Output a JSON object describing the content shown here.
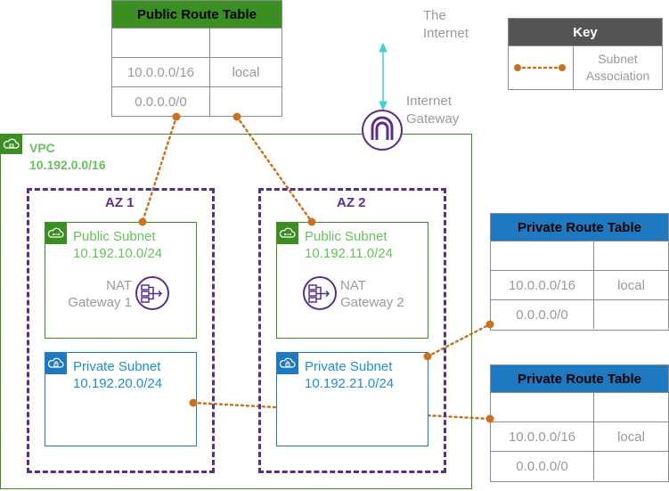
{
  "key": {
    "title": "Key",
    "legend_label": "Subnet\nAssociation"
  },
  "internet": {
    "label": "The\nInternet"
  },
  "igw": {
    "label": "Internet\nGateway"
  },
  "vpc": {
    "name": "VPC",
    "cidr": "10.192.0.0/16"
  },
  "az1": {
    "title": "AZ 1"
  },
  "az2": {
    "title": "AZ 2"
  },
  "public_route_table": {
    "title": "Public Route Table",
    "rows": [
      [
        "",
        ""
      ],
      [
        "10.0.0.0/16",
        "local"
      ],
      [
        "0.0.0.0/0",
        ""
      ]
    ]
  },
  "private_route_table_1": {
    "title": "Private Route Table",
    "rows": [
      [
        "",
        ""
      ],
      [
        "10.0.0.0/16",
        "local"
      ],
      [
        "0.0.0.0/0",
        ""
      ]
    ]
  },
  "private_route_table_2": {
    "title": "Private Route Table",
    "rows": [
      [
        "",
        ""
      ],
      [
        "10.0.0.0/16",
        "local"
      ],
      [
        "0.0.0.0/0",
        ""
      ]
    ]
  },
  "public_subnet_1": {
    "name": "Public Subnet",
    "cidr": "10.192.10.0/24"
  },
  "public_subnet_2": {
    "name": "Public Subnet",
    "cidr": "10.192.11.0/24"
  },
  "private_subnet_1": {
    "name": "Private Subnet",
    "cidr": "10.192.20.0/24"
  },
  "private_subnet_2": {
    "name": "Private Subnet",
    "cidr": "10.192.21.0/24"
  },
  "nat_gateway_1": {
    "label": "NAT\nGateway 1"
  },
  "nat_gateway_2": {
    "label": "NAT\nGateway 2"
  },
  "colors": {
    "public_green": "#3b8e22",
    "private_blue": "#1f79c1",
    "az_purple": "#5a2f8c",
    "association_orange": "#c7731f",
    "internet_arrow": "#3fd1cf"
  },
  "icons": [
    "vpc-cloud-icon",
    "public-subnet-icon",
    "private-subnet-icon",
    "nat-gateway-icon",
    "internet-gateway-icon"
  ]
}
